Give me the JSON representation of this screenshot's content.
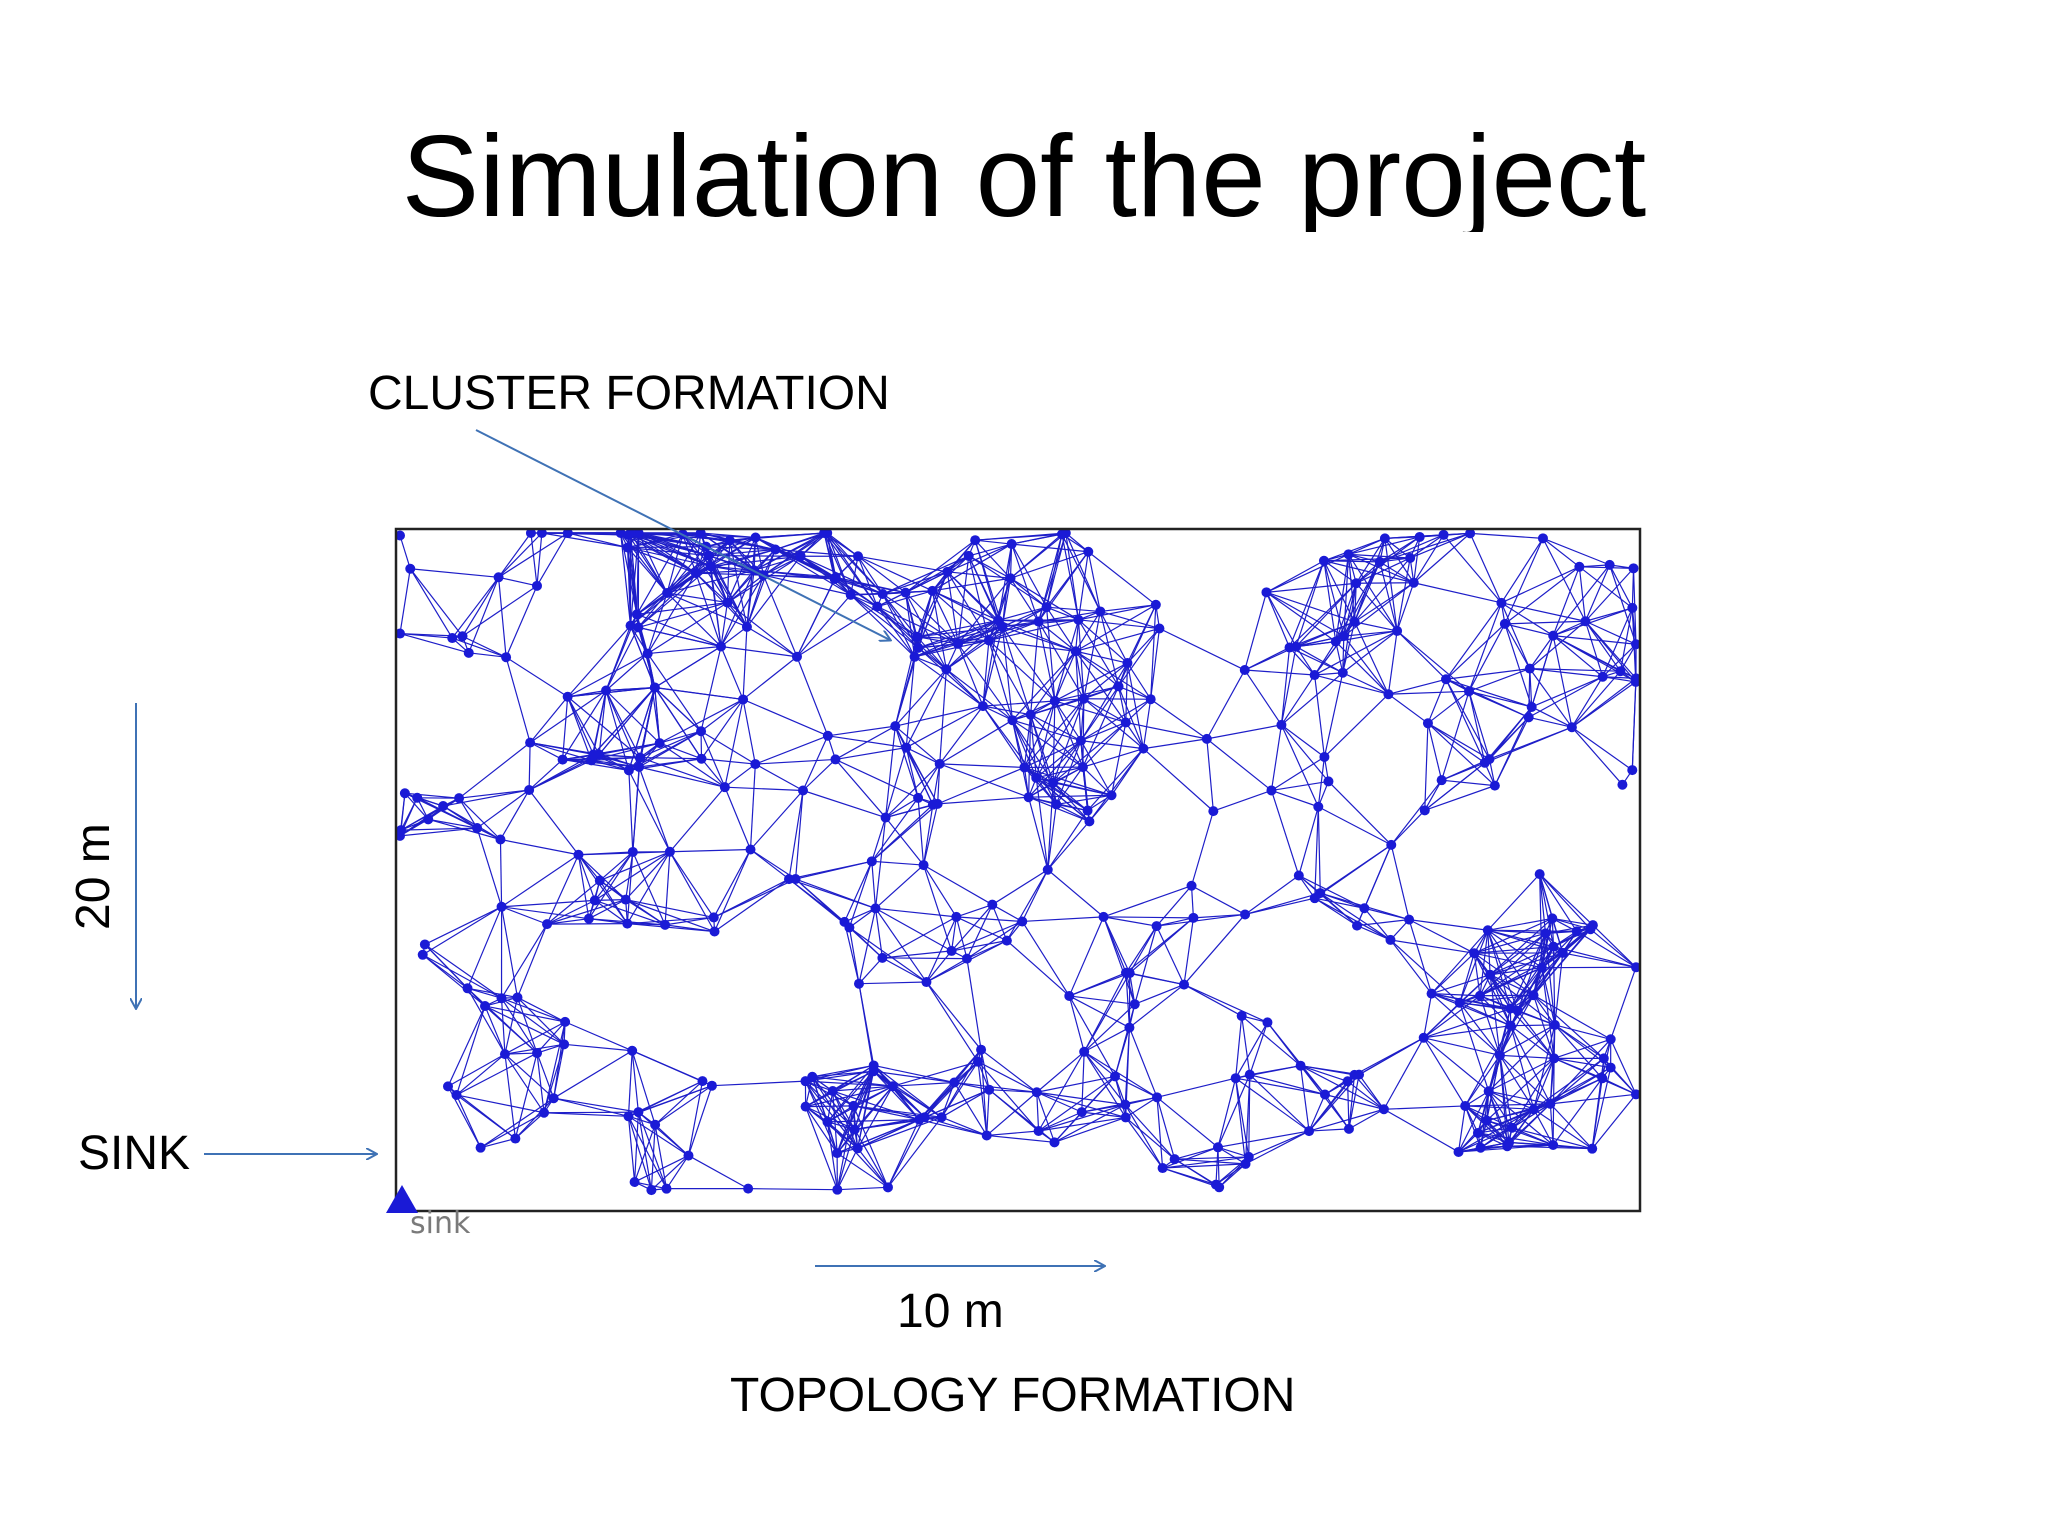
{
  "slide": {
    "title": "Simulation of the project"
  },
  "labels": {
    "cluster_formation": "CLUSTER FORMATION",
    "vertical_scale": "20 m",
    "sink": "SINK",
    "horizontal_scale": "10 m",
    "topology_formation": "TOPOLOGY FORMATION",
    "sink_node": "sink"
  },
  "colors": {
    "node": "#1a1ad6",
    "edge": "#1e1ec8",
    "arrow": "#3f72b5",
    "frame": "#222222"
  }
}
